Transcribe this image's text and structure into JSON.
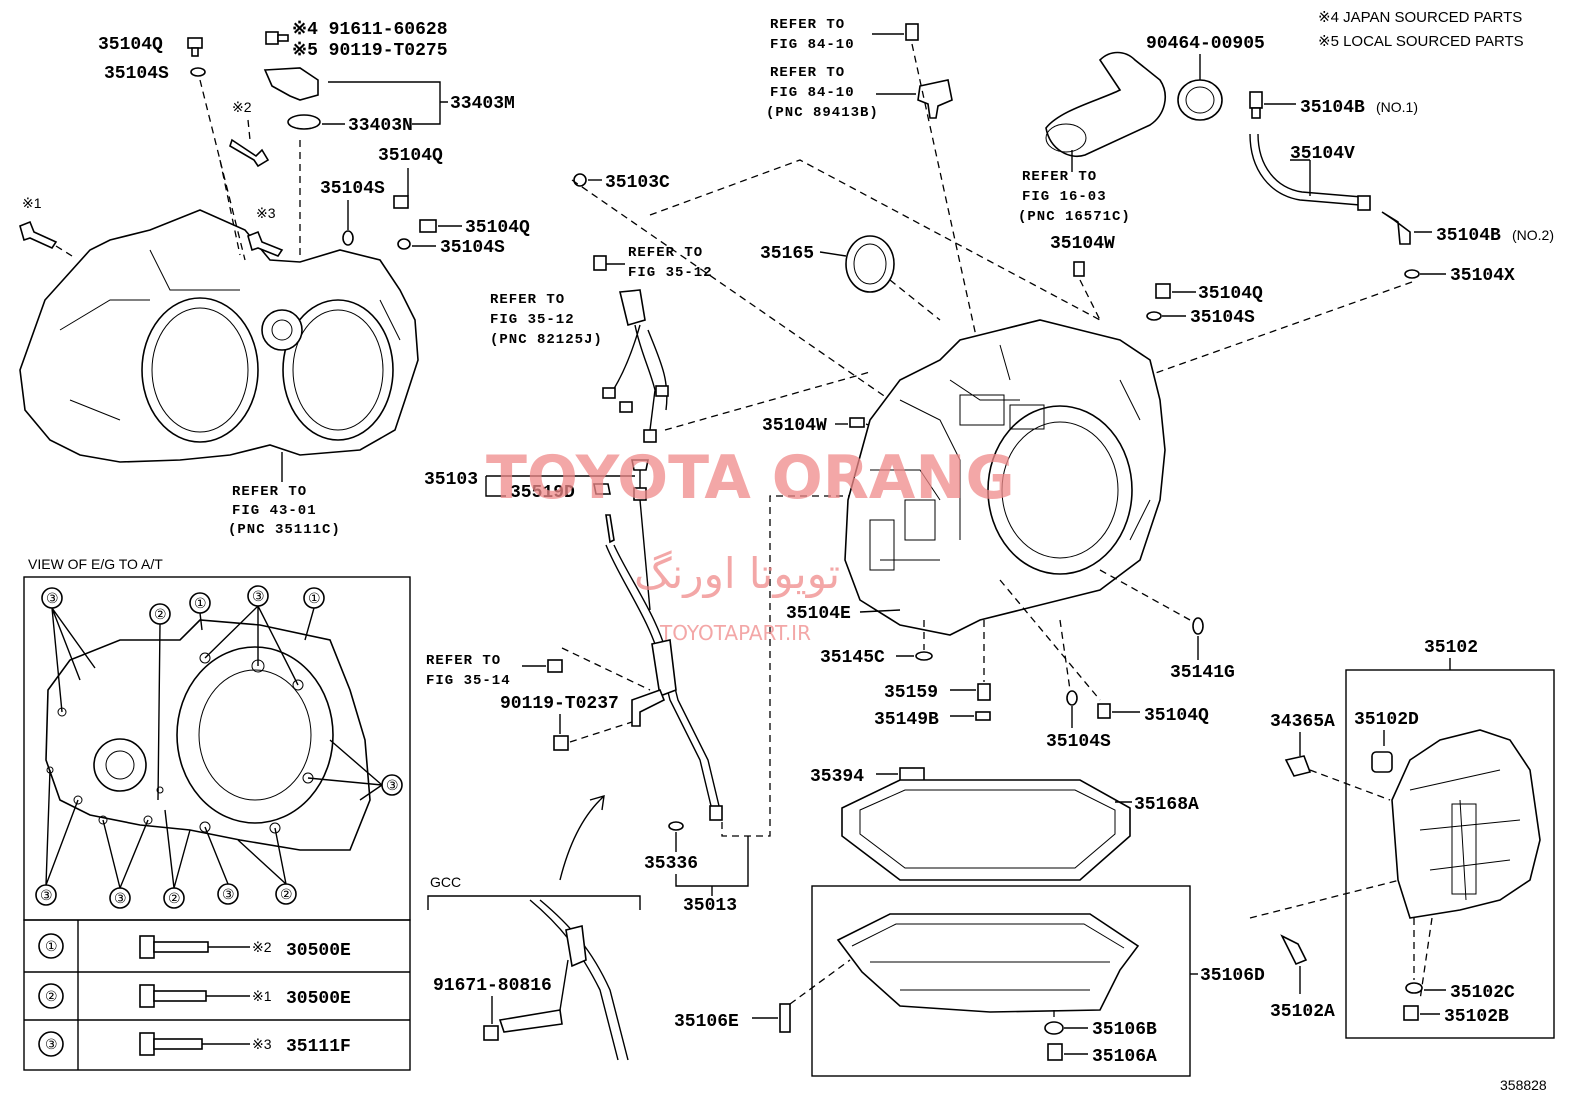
{
  "notes": {
    "japan": "※4 JAPAN SOURCED PARTS",
    "local": "※5 LOCAL SOURCED PARTS"
  },
  "labels": {
    "p35104Q_a": "35104Q",
    "p35104S_a": "35104S",
    "m4": "※4 91611-60628",
    "m5": "※5 90119-T0275",
    "p33403M": "33403M",
    "p33403N": "33403N",
    "m2": "※2",
    "m1": "※1",
    "m3": "※3",
    "p35104Q_b": "35104Q",
    "p35104S_b": "35104S",
    "p35104Q_c": "35104Q",
    "p35104S_c": "35104S",
    "p35103C": "35103C",
    "p35165": "35165",
    "p90464": "90464-00905",
    "p35104B1": "35104B",
    "p35104B1n": "(NO.1)",
    "p35104V": "35104V",
    "p35104B2": "35104B",
    "p35104B2n": "(NO.2)",
    "p35104X": "35104X",
    "p35104W_a": "35104W",
    "p35104Q_d": "35104Q",
    "p35104S_d": "35104S",
    "p35104W_b": "35104W",
    "p35103": "35103",
    "p35519D": "35519D",
    "p35104E": "35104E",
    "p35145C": "35145C",
    "p35159": "35159",
    "p35149B": "35149B",
    "p35104Q_e": "35104Q",
    "p35104S_e": "35104S",
    "p35141G": "35141G",
    "p35102": "35102",
    "p34365A": "34365A",
    "p35102D": "35102D",
    "p35394": "35394",
    "p35168A": "35168A",
    "p35336": "35336",
    "p35013": "35013",
    "p90119": "90119-T0237",
    "p35106D": "35106D",
    "p35106E": "35106E",
    "p35106B": "35106B",
    "p35106A": "35106A",
    "p35102A": "35102A",
    "p35102C": "35102C",
    "p35102B": "35102B",
    "p91671": "91671-80816",
    "gcc": "GCC",
    "fig_no": "358828"
  },
  "refs": {
    "r1": [
      "REFER TO",
      "FIG 84-10"
    ],
    "r2": [
      "REFER TO",
      "FIG 84-10",
      "(PNC 89413B)"
    ],
    "r3": [
      "REFER TO",
      "FIG 16-03",
      "(PNC 16571C)"
    ],
    "r4": [
      "REFER TO",
      "FIG 35-12"
    ],
    "r5": [
      "REFER TO",
      "FIG 35-12",
      "(PNC 82125J)"
    ],
    "r6": [
      "REFER TO",
      "FIG 43-01",
      "(PNC 35111C)"
    ],
    "r7": [
      "REFER TO",
      "FIG 35-14"
    ]
  },
  "view": {
    "title": "VIEW OF E/G TO A/T",
    "callouts": [
      "①",
      "②",
      "③"
    ]
  },
  "bolt_table": [
    {
      "symbol": "①",
      "mark": "※2",
      "part": "30500E"
    },
    {
      "symbol": "②",
      "mark": "※1",
      "part": "30500E"
    },
    {
      "symbol": "③",
      "mark": "※3",
      "part": "35111F"
    }
  ],
  "watermark": {
    "main": "TOYOTA ORANG",
    "persian": "تویوتا اورنگ",
    "site": "TOYOTAPART.IR",
    "color": "#f08a8a"
  }
}
